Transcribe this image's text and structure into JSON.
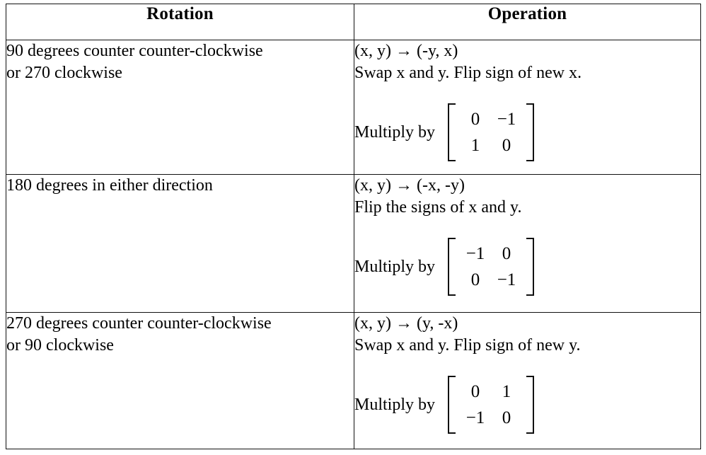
{
  "table": {
    "headers": [
      {
        "label": "Rotation",
        "name": "rotation"
      },
      {
        "label": "Operation",
        "name": "operation"
      }
    ],
    "rows": [
      {
        "rotation_line1": "90 degrees counter counter-clockwise",
        "rotation_line2": "or 270 clockwise",
        "mapping": "(x, y) → (-y, x)",
        "description": "Swap x and y. Flip sign of  new x.",
        "multiply_label": "Multiply by",
        "matrix": [
          [
            "0",
            "−1"
          ],
          [
            "1",
            "0"
          ]
        ]
      },
      {
        "rotation_line1": "180 degrees in either direction",
        "rotation_line2": "",
        "mapping": "(x, y) → (-x, -y)",
        "description": "Flip the signs of x and y.",
        "multiply_label": "Multiply by",
        "matrix": [
          [
            "−1",
            "0"
          ],
          [
            "0",
            "−1"
          ]
        ]
      },
      {
        "rotation_line1": "270 degrees counter counter-clockwise",
        "rotation_line2": "or 90 clockwise",
        "mapping": "(x, y) → (y, -x)",
        "description": "Swap x and y. Flip sign of  new y.",
        "multiply_label": "Multiply by",
        "matrix": [
          [
            "0",
            "1"
          ],
          [
            "−1",
            "0"
          ]
        ]
      }
    ]
  },
  "colors": {
    "border": "#111111",
    "text": "#000000",
    "background": "#ffffff"
  }
}
